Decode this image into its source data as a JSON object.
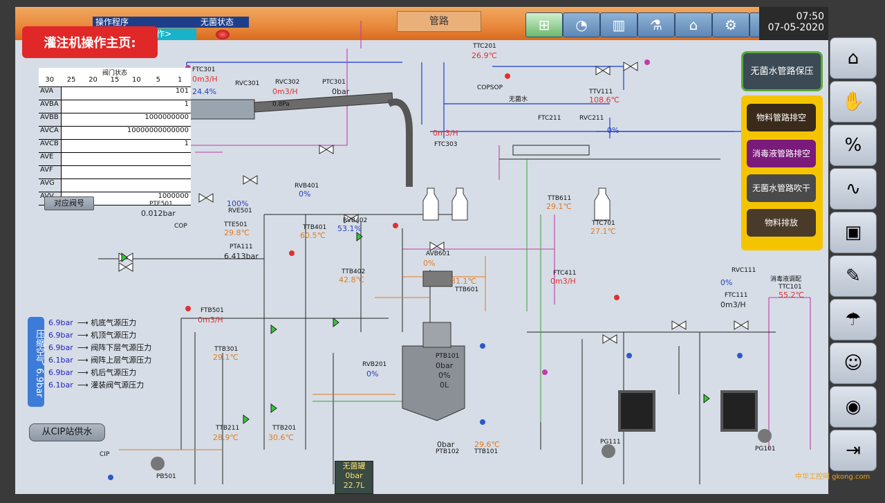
{
  "header": {
    "left_label": "操作程序",
    "left_button": "操作>",
    "status_label": "无菌状态",
    "nav_title": "管路",
    "clock_time": "07:50",
    "clock_date": "07-05-2020"
  },
  "page_title": "灌注机操作主页:",
  "valve_table": {
    "title": "阀门状态",
    "scale": [
      "30",
      "25",
      "20",
      "15",
      "10",
      "5",
      "1"
    ],
    "rows": [
      {
        "label": "AVA",
        "value": "101"
      },
      {
        "label": "AVBA",
        "value": "1"
      },
      {
        "label": "AVBB",
        "value": "1000000000"
      },
      {
        "label": "AVCA",
        "value": "10000000000000"
      },
      {
        "label": "AVCB",
        "value": "1"
      },
      {
        "label": "AVE",
        "value": ""
      },
      {
        "label": "AVF",
        "value": ""
      },
      {
        "label": "AVG",
        "value": ""
      },
      {
        "label": "AVV",
        "value": "1000000"
      }
    ],
    "button": "对应阀号"
  },
  "air": {
    "tag": "压缩空气 6.9bar",
    "rows": [
      {
        "value": "6.9bar",
        "label": "机底气源压力"
      },
      {
        "value": "6.9bar",
        "label": "机顶气源压力"
      },
      {
        "value": "6.9bar",
        "label": "阀阵下层气源压力"
      },
      {
        "value": "6.1bar",
        "label": "阀阵上层气源压力"
      },
      {
        "value": "6.9bar",
        "label": "机后气源压力"
      },
      {
        "value": "6.1bar",
        "label": "灌装阀气源压力"
      }
    ],
    "cip_button": "从CIP站供水"
  },
  "right_buttons": {
    "protect": "无菌水管路保压",
    "f1": "物料管路排空",
    "f2": "消毒液管路排空",
    "f3": "无菌水管路吹干",
    "f4": "物料排放"
  },
  "right_menu_icons": [
    "home-icon",
    "hand-icon",
    "percent-icon",
    "wave-icon",
    "monitor-icon",
    "feather-icon",
    "shower-icon",
    "user-icon",
    "sound-icon",
    "exit-icon"
  ],
  "diagram": {
    "ftc301": "FTC301",
    "ftc301_val": "0m3/H",
    "ftc301_pct": "24.4%",
    "rvc301": "RVC301",
    "rvc302": "RVC302",
    "rvc302_val": "0m3/H",
    "ptc301": "PTC301",
    "ptc301_val": "0bar",
    "p08": "0.8Pa",
    "ttc201": "TTC201",
    "ttc201_val": "26.9℃",
    "copsop": "COPSOP",
    "sterile_water": "无菌水",
    "ttv111": "TTV111",
    "ttv111_val": "108.6℃",
    "ftc211": "FTC211",
    "rvc211": "RVC211",
    "rvc211_pct": "0%",
    "ftc303": "FTC303",
    "ftc303_val": "0m3/H",
    "pte501": "PTE501",
    "pte501_val": "0.012bar",
    "cop": "COP",
    "rve501": "RVE501",
    "rve501_pct": "100%",
    "tte501": "TTE501",
    "tte501_val": "29.8℃",
    "pta111": "PTA111",
    "pta111_val": "6.413bar",
    "rvb401": "RVB401",
    "rvb401_pct": "0%",
    "ttb401": "TTB401",
    "ttb401_val": "60.5℃",
    "rvb402": "RVB402",
    "rvb402_pct": "53.1%",
    "ttb402": "TTB402",
    "ttb402_val": "42.8℃",
    "avb601": "AVB601",
    "avb601_pct": "0%",
    "ttb601": "TTB601",
    "ttb601_val": "31.1℃",
    "ttb611": "TTB611",
    "ttb611_val": "29.1℃",
    "ttc701": "TTC701",
    "ttc701_val": "27.1℃",
    "ftc411": "FTC411",
    "ftc411_val": "0m3/H",
    "rvc111": "RVC111",
    "rvc111_pct": "0%",
    "ftc111": "FTC111",
    "ftc111_val": "0m3/H",
    "ttc101": "TTC101",
    "ttc101_val": "55.2℃",
    "disinfect": "消毒液调配",
    "ftb501": "FTB501",
    "ftb501_val": "0m3/H",
    "ttb301": "TTB301",
    "ttb301_val": "29.1℃",
    "ttb211": "TTB211",
    "ttb211_val": "28.9℃",
    "ttb201": "TTB201",
    "ttb201_val": "30.6℃",
    "ptb101": "PTB101",
    "ptb101_val": "0bar",
    "ptb101_pct": "0%",
    "level": "0L",
    "ptb102": "PTB102",
    "ptb102_val": "0bar",
    "ttb101": "TTB101",
    "ttb101_val": "29.6℃",
    "rvb201": "RVB201",
    "rvb201_pct": "0%",
    "tank_title": "无菌罐",
    "tank_p": "0bar",
    "tank_v": "22.7L",
    "cip": "CIP",
    "pb501": "PB501",
    "pg111": "PG111",
    "pg101": "PG101"
  },
  "watermark": "中华工控网 gkong.com"
}
